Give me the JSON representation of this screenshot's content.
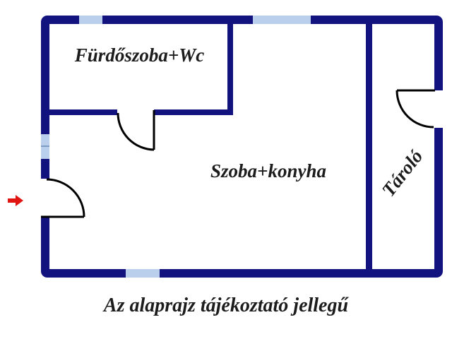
{
  "diagram": {
    "type": "floor-plan",
    "rooms": {
      "bathroom": "Fürdőszoba+Wc",
      "living_kitchen": "Szoba+konyha",
      "storage": "Tároló"
    },
    "caption": "Az alaprajz tájékoztató jellegű"
  },
  "colors": {
    "wall": "#131380",
    "window": "#b9cfec",
    "door": "#000000",
    "arrow": "#e01411",
    "text": "#1c1c1c",
    "background": "#ffffff"
  },
  "icons": {
    "entrance_arrow": "red-right-arrow"
  }
}
